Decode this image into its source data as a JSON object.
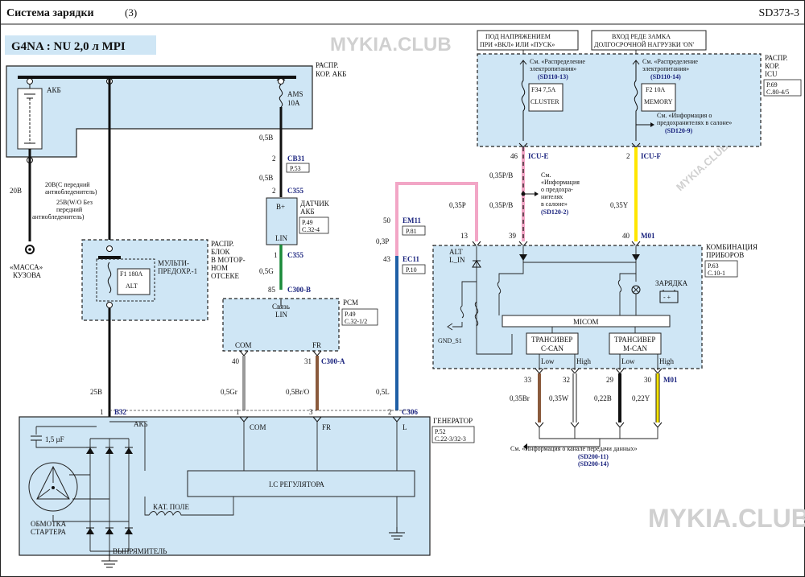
{
  "header": {
    "title": "Система зарядки",
    "page": "(3)",
    "code": "SD373-3"
  },
  "engine": "G4NA : NU 2,0 л MPI",
  "watermarks": {
    "top": "MYKIA.CLUB",
    "diag": "MYKIA.CLUB",
    "bottom": "MYKIA.CLUB"
  },
  "colors": {
    "pink": "#f2a6c6",
    "yellow": "#ffe600",
    "blue": "#1f5fa6",
    "green": "#1a8a3a",
    "brown": "#8a5a3c",
    "grey": "#9a9a9a",
    "white": "#ffffff",
    "black": "#111111",
    "panel": "#cfe6f5",
    "connector": "#1a237e"
  },
  "battery_box": {
    "label1": "РАСПР.",
    "label2": "КОР. АКБ",
    "akb": "АКБ",
    "fuse": "AMS",
    "fuse_rating": "10A"
  },
  "ground": {
    "label1": "«МАССА»",
    "label2": "КУЗОВА"
  },
  "left_wires": {
    "w1": "20B",
    "note1": "20B(С передний",
    "note2": "антиобледенитель)",
    "note3": "25B(W/O Без",
    "note4": "передний",
    "note5": "антиобледенитель)",
    "w2": "25B"
  },
  "engine_box": {
    "label1": "РАСПР.",
    "label2": "БЛОК",
    "label3": "В МОТОР-",
    "label4": "НОМ",
    "label5": "ОТСЕКЕ",
    "fuse_label1": "МУЛЬТИ-",
    "fuse_label2": "ПРЕДОХР.-1",
    "fuse": "F1 180A",
    "fuse_name": "ALT"
  },
  "center": {
    "w1": "0,5B",
    "c1_pin": "2",
    "c1": "CB31",
    "c1_ref": "P.53",
    "w2": "0,5B",
    "c2_pin": "2",
    "c2": "C355",
    "sensor_bplus": "B+",
    "sensor_lin": "LIN",
    "sensor_label1": "ДАТЧИК",
    "sensor_label2": "АКБ",
    "sensor_ref1": "P.49",
    "sensor_ref2": "C.32-4",
    "c3_pin": "1",
    "c3": "C355",
    "w3": "0,5G",
    "c4_pin": "85",
    "c4": "C300-B"
  },
  "pcm": {
    "label": "PCM",
    "ref1": "P.49",
    "ref2": "C.32-1/2",
    "lin1": "Связь",
    "lin2": "LIN",
    "com": "COM",
    "fr": "FR",
    "pin_com": "40",
    "pin_fr": "31",
    "conn": "C300-A",
    "w_com": "0,5Gr",
    "w_fr": "0,5Br/O"
  },
  "em_wires": {
    "pin1": "50",
    "c1": "EM11",
    "ref1": "P.81",
    "w1": "0,3P",
    "pin2": "43",
    "c2": "EC11",
    "ref2": "P.10",
    "w2": "0,5L",
    "w_pink": "0,35P"
  },
  "generator": {
    "label": "ГЕНЕРАТОР",
    "ref1": "P.52",
    "ref2": "C.22-3/32-3",
    "pin_b": "1",
    "conn_b": "B32",
    "pin_com": "1",
    "pin_fr": "3",
    "pin_l": "2",
    "conn": "C306",
    "akb": "АКБ",
    "com": "COM",
    "fr": "FR",
    "l": "L",
    "cap": "1,5 µF",
    "regulator": "I.C РЕГУЛЯТОРА",
    "field": "КАТ. ПОЛЕ",
    "stator1": "ОБМОТКА",
    "stator2": "СТАРТЕРА",
    "rectifier": "ВЫПРЯМИТЕЛЬ"
  },
  "icu": {
    "head1a": "ПОД НАПРЯЖЕНИЕМ",
    "head1b": "ПРИ «ВКЛ» ИЛИ «ПУСК»",
    "head2a": "ВХОД РЕДЕ ЗАМКА",
    "head2b": "ДОЛГОСРОЧНОЙ НАГРУЗКИ 'ON'",
    "label1": "РАСПР.",
    "label2": "КОР.",
    "label3": "ICU",
    "ref1": "P.69",
    "ref2": "C.80-4/5",
    "see1a": "См. «Распределение",
    "see1b": "электропитания»",
    "see1c": "(SD110-13)",
    "see2a": "См. «Распределение",
    "see2b": "электропитания»",
    "see2c": "(SD110-14)",
    "fuse1": "F34 7,5A",
    "fuse1_name": "CLUSTER",
    "fuse2": "F2 10A",
    "fuse2_name": "MEMORY",
    "see3a": "См. «Информация о",
    "see3b": "предохранителях в салоне»",
    "see3c": "(SD120-9)",
    "pin_e": "46",
    "conn_e": "ICU-E",
    "pin_f": "2",
    "conn_f": "ICU-F"
  },
  "cluster_wires": {
    "w_pb1": "0,35P/B",
    "w_pb2": "0,35P/B",
    "w_y": "0,35Y",
    "see4a": "См.",
    "see4b": "«Информация",
    "see4c": "о предохра-",
    "see4d": "нителях",
    "see4e": "в салоне»",
    "see4f": "(SD120-2)",
    "pin13": "13",
    "pin39": "39",
    "pin40": "40",
    "conn": "M01"
  },
  "cluster": {
    "label1": "КОМБИНАЦИЯ",
    "label2": "ПРИБОРОВ",
    "ref1": "P.63",
    "ref2": "C.10-1",
    "alt1": "ALT",
    "alt2": "L_IN",
    "gnd": "GND_S1",
    "micom": "MICOM",
    "charge": "ЗАРЯДКА",
    "trx1a": "ТРАНСИВЕР",
    "trx1b": "C-CAN",
    "trx2a": "ТРАНСИВЕР",
    "trx2b": "M-CAN",
    "low": "Low",
    "high": "High",
    "pin33": "33",
    "pin32": "32",
    "pin29": "29",
    "pin30": "30",
    "conn": "M01",
    "w1": "0,35Br",
    "w2": "0,35W",
    "w3": "0,22B",
    "w4": "0,22Y",
    "see5": "См. «Информация о канале передачи данных»",
    "see5b": "(SD200-11)",
    "see5c": "(SD200-14)"
  }
}
